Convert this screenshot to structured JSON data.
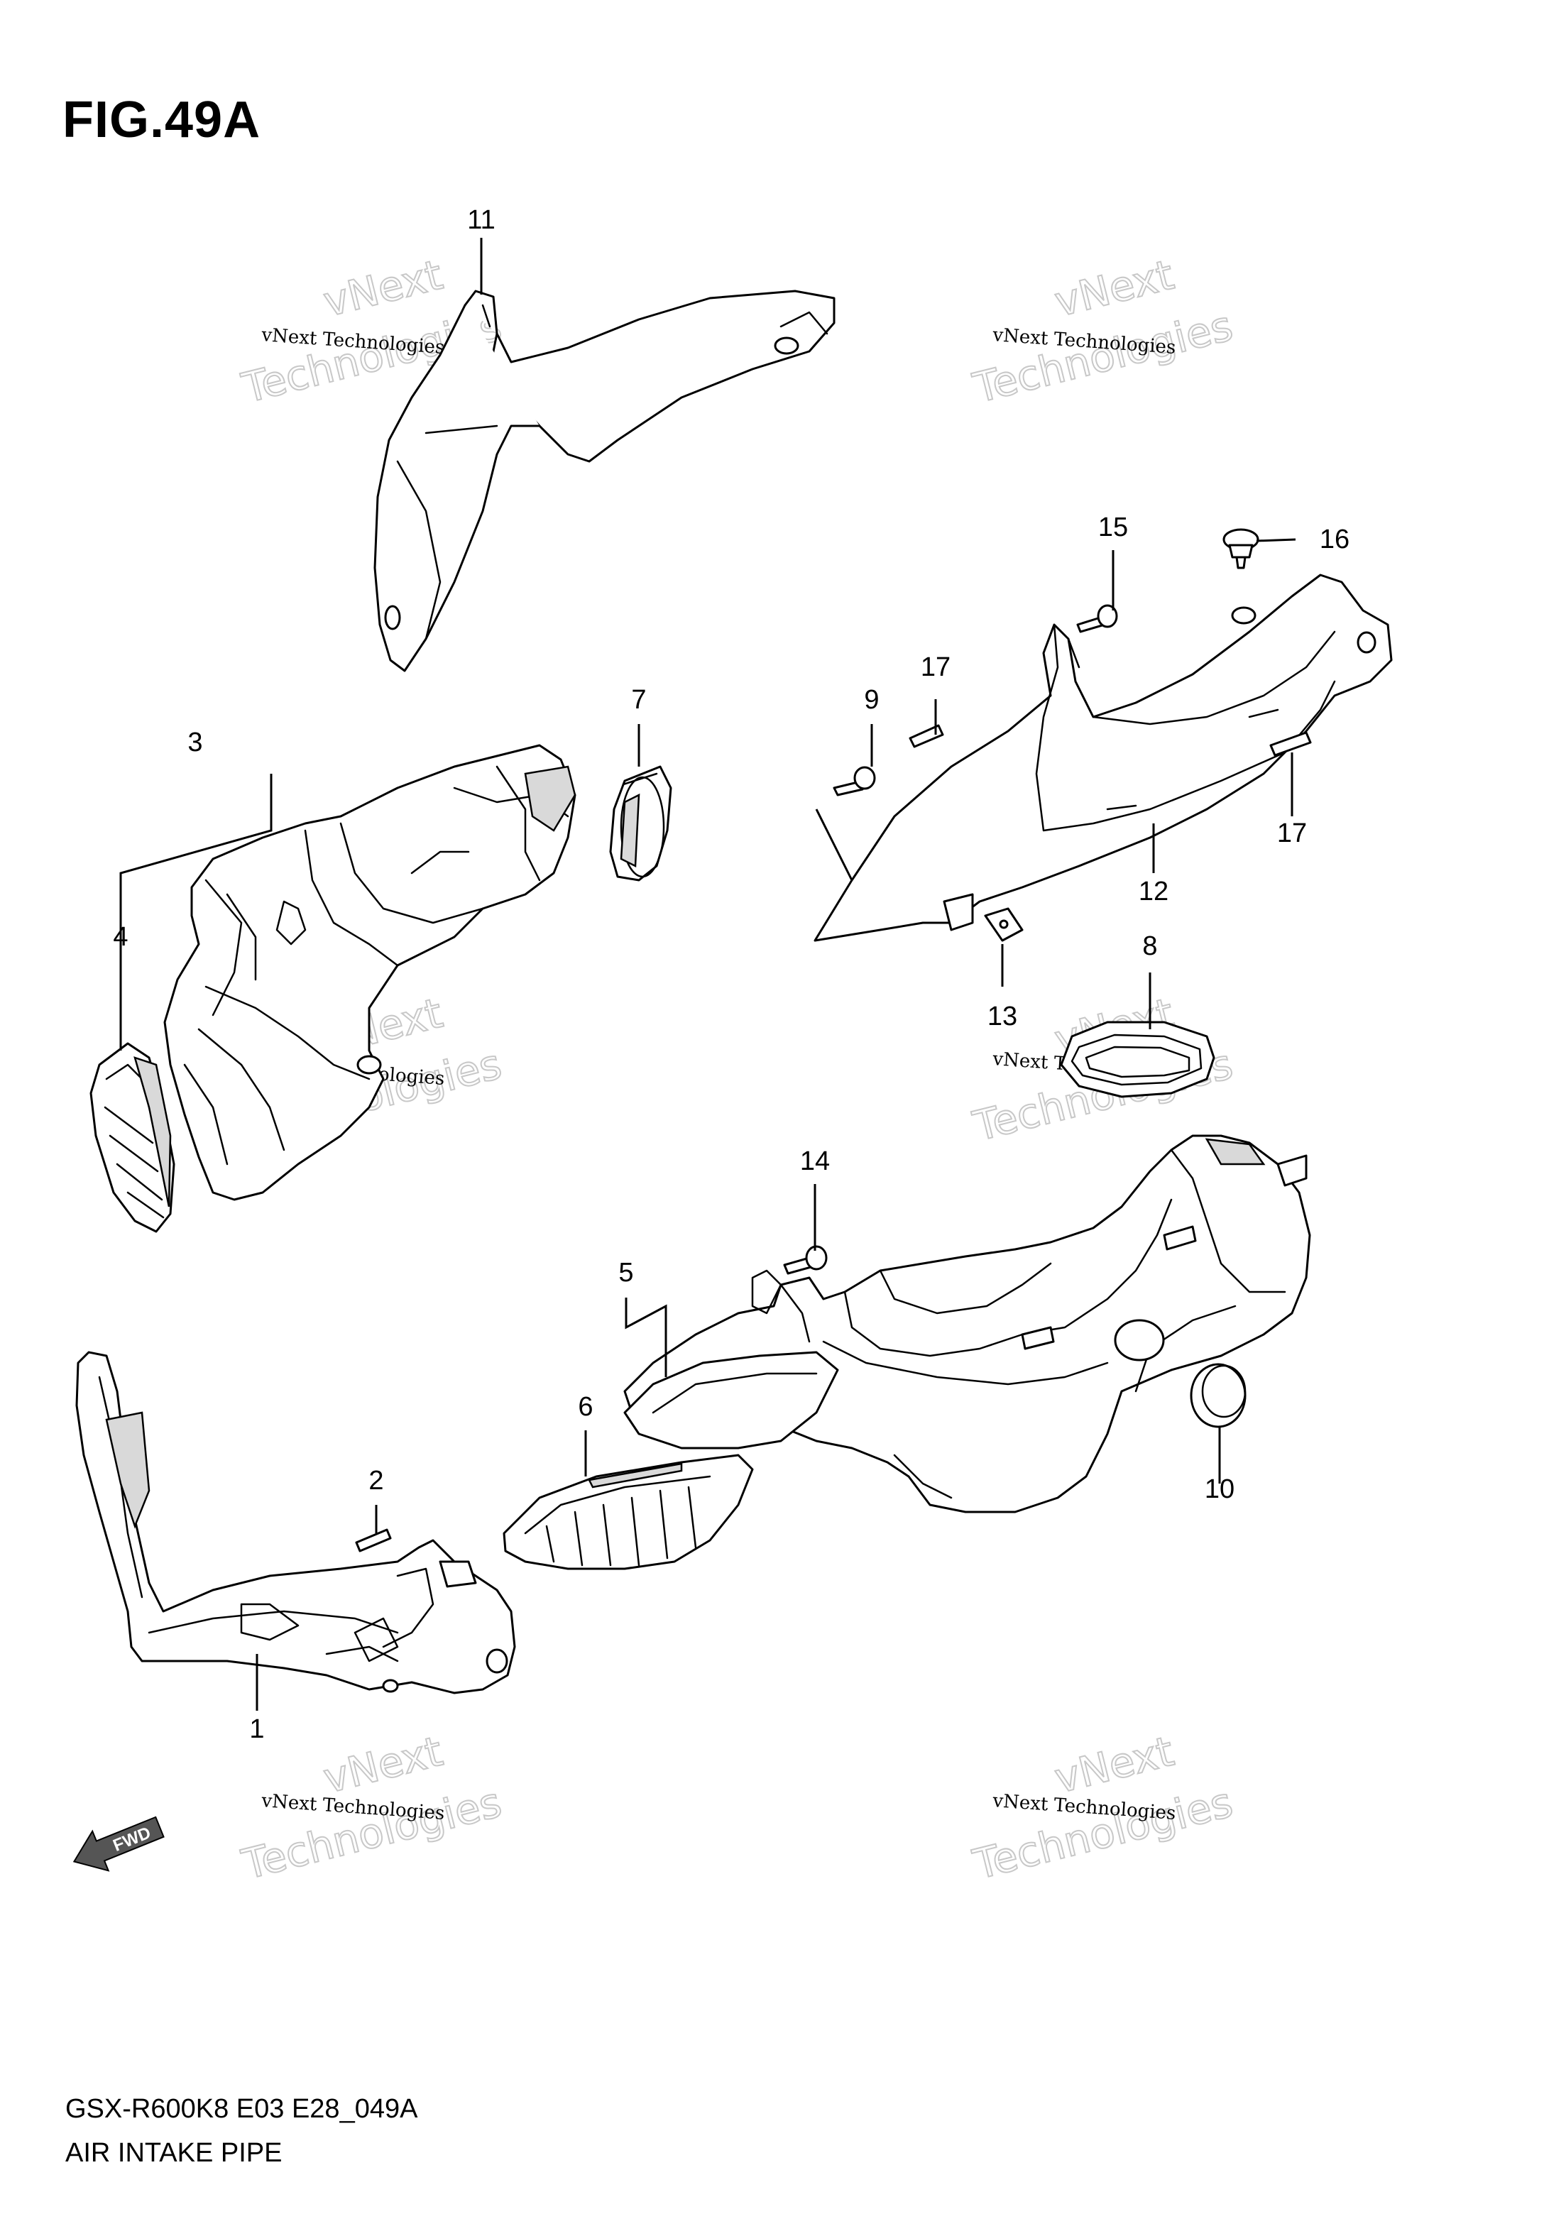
{
  "figure": {
    "title": "FIG.49A",
    "model_code": "GSX-R600K8 E03 E28_049A",
    "name": "AIR INTAKE PIPE"
  },
  "callouts": {
    "c1": "1",
    "c2": "2",
    "c3": "3",
    "c4": "4",
    "c5": "5",
    "c6": "6",
    "c7": "7",
    "c8": "8",
    "c9": "9",
    "c10": "10",
    "c11": "11",
    "c12": "12",
    "c13": "13",
    "c14": "14",
    "c15": "15",
    "c16": "16",
    "c17a": "17",
    "c17b": "17"
  },
  "watermark": {
    "small": "vNext Technologies",
    "big_line1": "vNext",
    "big_line2": "Technologies"
  },
  "fwd_arrow": {
    "label": "FWD"
  }
}
